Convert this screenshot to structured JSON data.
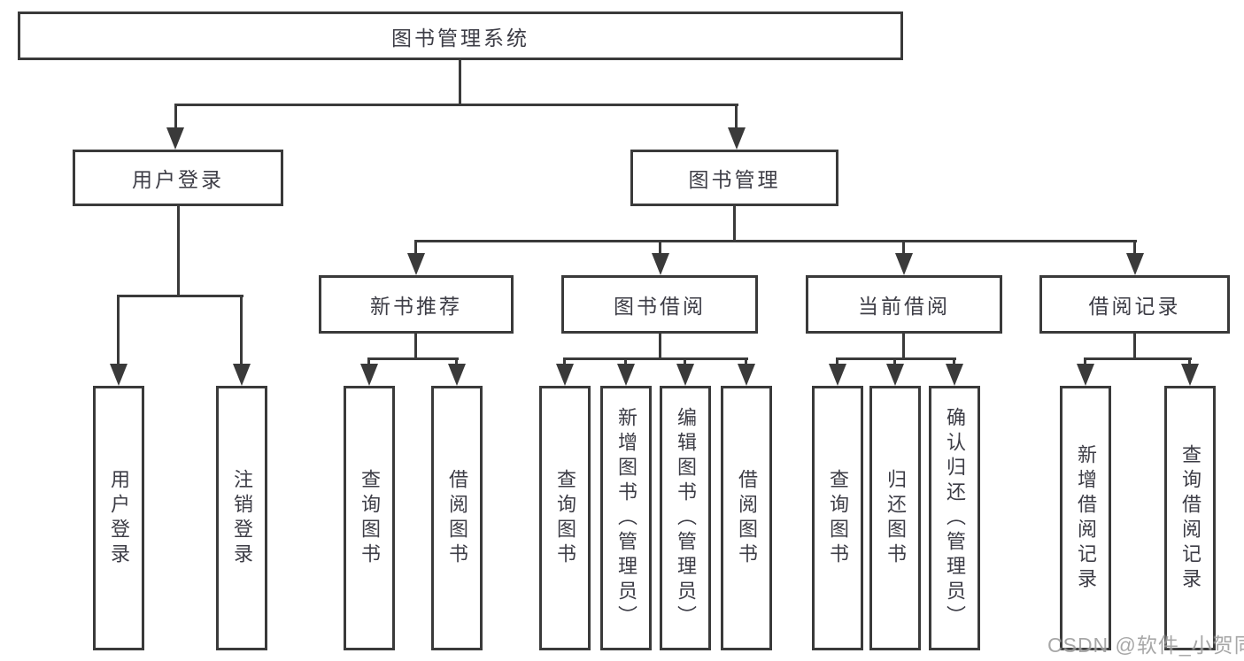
{
  "diagram_title": "图书管理系统",
  "nodes": {
    "root": {
      "label": "图书管理系统"
    },
    "level2": [
      {
        "id": "user-login",
        "label": "用户登录"
      },
      {
        "id": "book-management",
        "label": "图书管理"
      }
    ],
    "level3": [
      {
        "id": "new-book-recommend",
        "parent": "book-management",
        "label": "新书推荐"
      },
      {
        "id": "book-borrow",
        "parent": "book-management",
        "label": "图书借阅"
      },
      {
        "id": "current-borrow",
        "parent": "book-management",
        "label": "当前借阅"
      },
      {
        "id": "borrow-records",
        "parent": "book-management",
        "label": "借阅记录"
      }
    ],
    "leaves": [
      {
        "parent": "user-login",
        "label": "用户登录"
      },
      {
        "parent": "user-login",
        "label": "注销登录"
      },
      {
        "parent": "new-book-recommend",
        "label": "查询图书"
      },
      {
        "parent": "new-book-recommend",
        "label": "借阅图书"
      },
      {
        "parent": "book-borrow",
        "label": "查询图书"
      },
      {
        "parent": "book-borrow",
        "label": "新增图书（管理员）"
      },
      {
        "parent": "book-borrow",
        "label": "编辑图书（管理员）"
      },
      {
        "parent": "book-borrow",
        "label": "借阅图书"
      },
      {
        "parent": "current-borrow",
        "label": "查询图书"
      },
      {
        "parent": "current-borrow",
        "label": "归还图书"
      },
      {
        "parent": "current-borrow",
        "label": "确认归还（管理员）"
      },
      {
        "parent": "borrow-records",
        "label": "新增借阅记录"
      },
      {
        "parent": "borrow-records",
        "label": "查询借阅记录"
      }
    ]
  },
  "watermark": {
    "text": "CSDN @软件_小贺同学"
  },
  "colors": {
    "background": "#ffffff",
    "line": "#3a3a3a",
    "text": "#3d3d46",
    "watermark": "#9c9c9c"
  }
}
